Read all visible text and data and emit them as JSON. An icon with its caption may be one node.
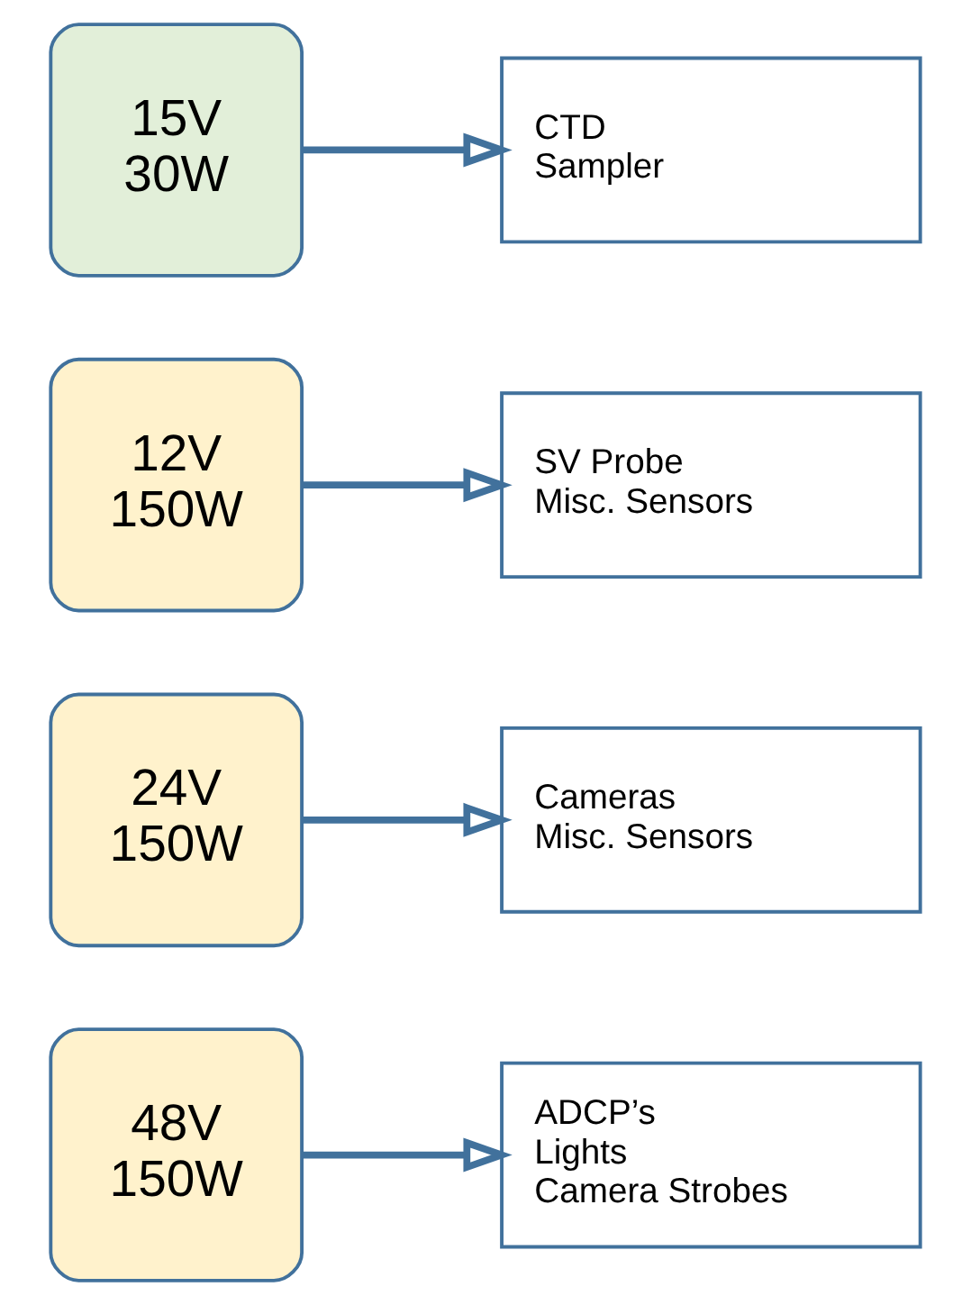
{
  "diagram": {
    "nodes": [
      {
        "text": [
          "48V 150W"
        ]
      },
      {
        "text": [
          "ADCP’s",
          "Lights",
          "Camera Strobes"
        ]
      },
      {
        "text": [
          "24V 150W"
        ]
      },
      {
        "text": [
          "Cameras",
          "Misc. Sensors"
        ]
      },
      {
        "text": [
          "12V 150W"
        ]
      },
      {
        "text": [
          "SV Probe",
          "Misc. Sensors"
        ]
      },
      {
        "text": [
          "15V 30W"
        ]
      },
      {
        "text": [
          "CTD",
          "Sampler"
        ]
      }
    ],
    "edges": [
      {
        "from": 0,
        "to": 1,
        "arrow": "to"
      },
      {
        "from": 2,
        "to": 3,
        "arrow": "to"
      },
      {
        "from": 4,
        "to": 5,
        "arrow": "to"
      },
      {
        "from": 6,
        "to": 7,
        "arrow": "to"
      }
    ]
  }
}
